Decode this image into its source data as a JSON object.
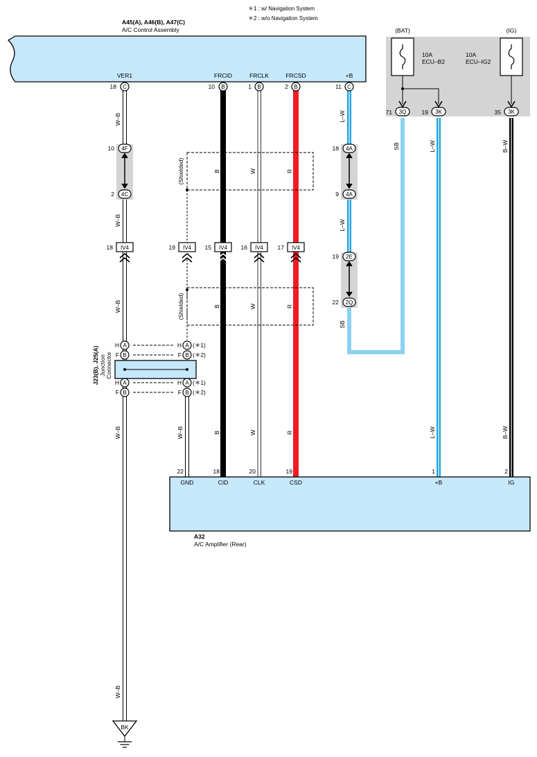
{
  "notes": {
    "note1": "＊1 : w/ Navigation System",
    "note2": "＊2 : w/o Navigation System"
  },
  "control_assembly": {
    "id": "A45(A), A46(B), A47(C)",
    "name": "A/C Control Assembly",
    "pins": [
      {
        "label": "VER1",
        "num": "18",
        "conn": "C"
      },
      {
        "label": "FRCID",
        "num": "10",
        "conn": "B"
      },
      {
        "label": "FRCLK",
        "num": "1",
        "conn": "B"
      },
      {
        "label": "FRCSD",
        "num": "2",
        "conn": "B"
      },
      {
        "label": "+B",
        "num": "11",
        "conn": "C"
      }
    ]
  },
  "fuse_box": {
    "bat_label": "(BAT)",
    "ig_label": "(IG)",
    "fuse1_rating": "10A",
    "fuse1_name": "ECU–B2",
    "fuse2_rating": "10A",
    "fuse2_name": "ECU–IG2",
    "pins": [
      {
        "num": "71",
        "conn": "3Q"
      },
      {
        "num": "19",
        "conn": "3K"
      },
      {
        "num": "35",
        "conn": "3K"
      }
    ]
  },
  "wire_colors": {
    "w_b": "W–B",
    "b": "B",
    "w": "W",
    "r": "R",
    "l_w": "L–W",
    "sb": "SB",
    "b_w": "B–W"
  },
  "colors": {
    "component_fill": "#c5e8fb",
    "fuse_box_fill": "#d4d4d4",
    "connector_bg": "#d4d4d4",
    "wire_red": "#ee1c25",
    "wire_blue": "#20a4e0",
    "wire_skyblue": "#8cd1f1"
  },
  "connectors_vertical": [
    {
      "top_num": "10",
      "top_conn": "4F",
      "bottom_num": "2",
      "bottom_conn": "4C"
    },
    {
      "top_num": "18",
      "top_conn": "4A",
      "bottom_num": "9",
      "bottom_conn": "4A"
    },
    {
      "top_num": "19",
      "top_conn": "2E",
      "bottom_num": "22",
      "bottom_conn": "2Q"
    }
  ],
  "iv4_connectors": [
    {
      "num": "18",
      "conn": "IV4"
    },
    {
      "num": "19",
      "conn": "IV4"
    },
    {
      "num": "15",
      "conn": "IV4"
    },
    {
      "num": "16",
      "conn": "IV4"
    },
    {
      "num": "17",
      "conn": "IV4"
    }
  ],
  "shielded_label": "(Shielded)",
  "junction": {
    "title": "J23(B), J25(A)",
    "line1": "Junction",
    "line2": "Connector",
    "pin_h": "H",
    "pin_f": "F",
    "conn_a": "A",
    "conn_b": "B",
    "note1": "(＊1)",
    "note2": "(＊2)"
  },
  "amplifier": {
    "id": "A32",
    "name": "A/C Amplifier (Rear)",
    "pins": [
      {
        "label": "GND",
        "num": "22"
      },
      {
        "label": "CID",
        "num": "18"
      },
      {
        "label": "CLK",
        "num": "20"
      },
      {
        "label": "CSD",
        "num": "19"
      },
      {
        "label": "+B",
        "num": "1"
      },
      {
        "label": "IG",
        "num": "2"
      }
    ]
  },
  "ground": {
    "label": "BK"
  }
}
